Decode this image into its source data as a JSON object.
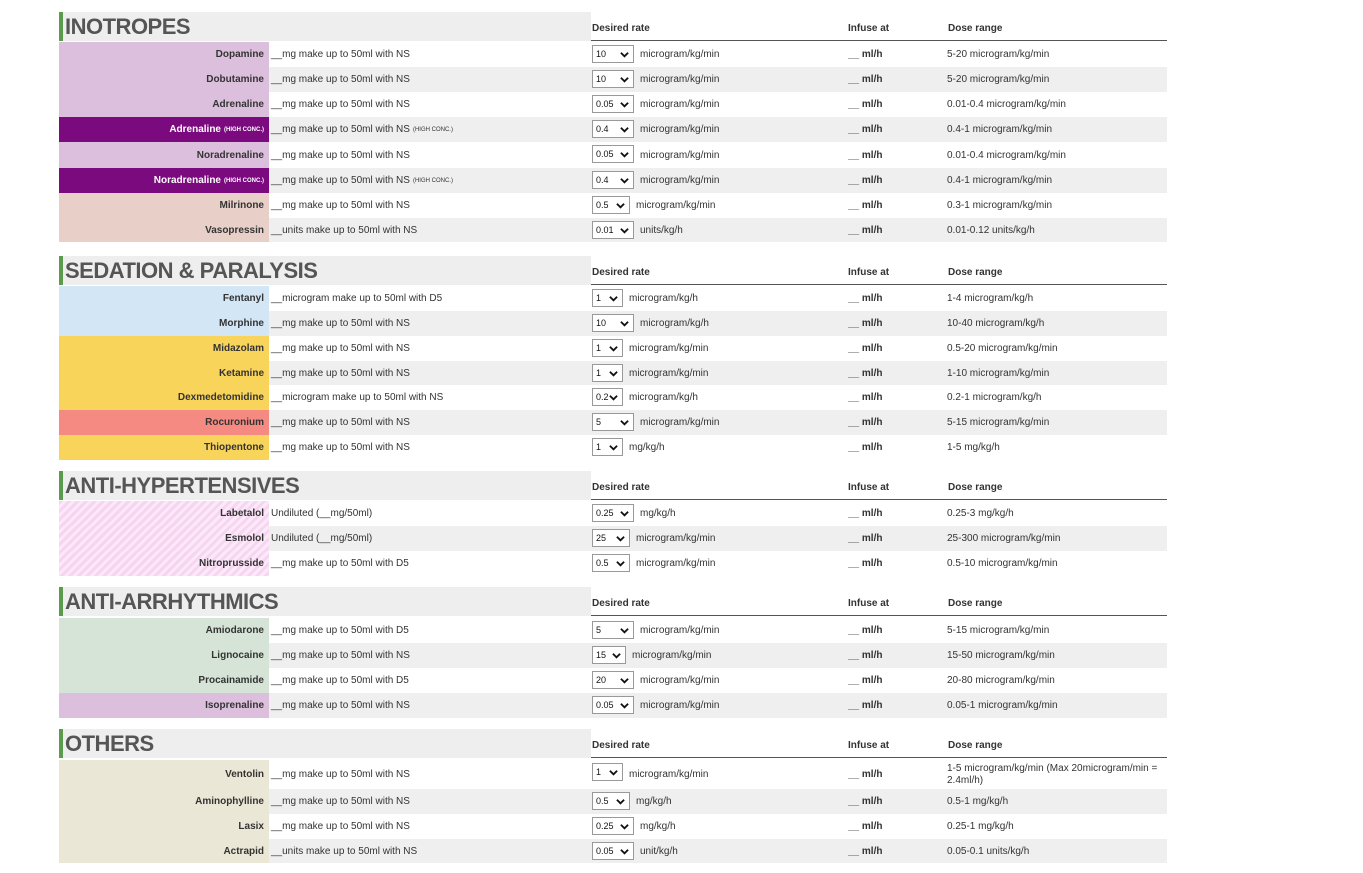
{
  "columns": {
    "rate": "Desired rate",
    "infuse": "Infuse at",
    "dose": "Dose range"
  },
  "sections": [
    {
      "title": "INOTROPES",
      "rows": [
        {
          "drug": "Dopamine",
          "drug_sub": "",
          "prep": "__mg make up to 50ml with NS",
          "prep_sub": "",
          "rate": "10",
          "unit": "microgram/kg/min",
          "infuse": "__ ml/h",
          "dose": "5-20 microgram/kg/min",
          "color": "#dcbfdc",
          "dark": false
        },
        {
          "drug": "Dobutamine",
          "drug_sub": "",
          "prep": "__mg make up to 50ml with NS",
          "prep_sub": "",
          "rate": "10",
          "unit": "microgram/kg/min",
          "infuse": "__ ml/h",
          "dose": "5-20 microgram/kg/min",
          "color": "#dcbfdc",
          "dark": false
        },
        {
          "drug": "Adrenaline",
          "drug_sub": "",
          "prep": "__mg make up to 50ml with NS",
          "prep_sub": "",
          "rate": "0.05",
          "unit": "microgram/kg/min",
          "infuse": "__ ml/h",
          "dose": "0.01-0.4 microgram/kg/min",
          "color": "#dcbfdc",
          "dark": false
        },
        {
          "drug": "Adrenaline",
          "drug_sub": "(HIGH CONC.)",
          "prep": "__mg make up to 50ml with NS",
          "prep_sub": "(HIGH CONC.)",
          "rate": "0.4",
          "unit": "microgram/kg/min",
          "infuse": "__ ml/h",
          "dose": "0.4-1 microgram/kg/min",
          "color": "#7b0a7f",
          "dark": true
        },
        {
          "drug": "Noradrenaline",
          "drug_sub": "",
          "prep": "__mg make up to 50ml with NS",
          "prep_sub": "",
          "rate": "0.05",
          "unit": "microgram/kg/min",
          "infuse": "__ ml/h",
          "dose": "0.01-0.4 microgram/kg/min",
          "color": "#dcbfdc",
          "dark": false
        },
        {
          "drug": "Noradrenaline",
          "drug_sub": "(HIGH CONC.)",
          "prep": "__mg make up to 50ml with NS",
          "prep_sub": "(HIGH CONC.)",
          "rate": "0.4",
          "unit": "microgram/kg/min",
          "infuse": "__ ml/h",
          "dose": "0.4-1 microgram/kg/min",
          "color": "#7b0a7f",
          "dark": true
        },
        {
          "drug": "Milrinone",
          "drug_sub": "",
          "prep": "__mg make up to 50ml with NS",
          "prep_sub": "",
          "rate": "0.5",
          "unit": "microgram/kg/min",
          "infuse": "__ ml/h",
          "dose": "0.3-1 microgram/kg/min",
          "color": "#e8d0c8",
          "dark": false
        },
        {
          "drug": "Vasopressin",
          "drug_sub": "",
          "prep": "__units make up to 50ml with NS",
          "prep_sub": "",
          "rate": "0.01",
          "unit": "units/kg/h",
          "infuse": "__ ml/h",
          "dose": "0.01-0.12 units/kg/h",
          "color": "#e8d0c8",
          "dark": false
        }
      ]
    },
    {
      "title": "SEDATION & PARALYSIS",
      "rows": [
        {
          "drug": "Fentanyl",
          "drug_sub": "",
          "prep": "__microgram make up to 50ml with D5",
          "prep_sub": "",
          "rate": "1",
          "unit": "microgram/kg/h",
          "infuse": "__ ml/h",
          "dose": "1-4 microgram/kg/h",
          "color": "#d3e6f5",
          "dark": false
        },
        {
          "drug": "Morphine",
          "drug_sub": "",
          "prep": "__mg make up to 50ml with NS",
          "prep_sub": "",
          "rate": "10",
          "unit": "microgram/kg/h",
          "infuse": "__ ml/h",
          "dose": "10-40 microgram/kg/h",
          "color": "#d3e6f5",
          "dark": false
        },
        {
          "drug": "Midazolam",
          "drug_sub": "",
          "prep": "__mg make up to 50ml with NS",
          "prep_sub": "",
          "rate": "1",
          "unit": "microgram/kg/min",
          "infuse": "__ ml/h",
          "dose": "0.5-20 microgram/kg/min",
          "color": "#f9d45a",
          "dark": false
        },
        {
          "drug": "Ketamine",
          "drug_sub": "",
          "prep": "__mg make up to 50ml with NS",
          "prep_sub": "",
          "rate": "1",
          "unit": "microgram/kg/min",
          "infuse": "__ ml/h",
          "dose": "1-10 microgram/kg/min",
          "color": "#f9d45a",
          "dark": false
        },
        {
          "drug": "Dexmedetomidine",
          "drug_sub": "",
          "prep": "__microgram make up to 50ml with NS",
          "prep_sub": "",
          "rate": "0.2",
          "unit": "microgram/kg/h",
          "infuse": "__ ml/h",
          "dose": "0.2-1 microgram/kg/h",
          "color": "#f9d45a",
          "dark": false
        },
        {
          "drug": "Rocuronium",
          "drug_sub": "",
          "prep": "__mg make up to 50ml with NS",
          "prep_sub": "",
          "rate": "5",
          "unit": "microgram/kg/min",
          "infuse": "__ ml/h",
          "dose": "5-15 microgram/kg/min",
          "color": "#f48a82",
          "dark": false
        },
        {
          "drug": "Thiopentone",
          "drug_sub": "",
          "prep": "__mg make up to 50ml with NS",
          "prep_sub": "",
          "rate": "1",
          "unit": "mg/kg/h",
          "infuse": "__ ml/h",
          "dose": "1-5 mg/kg/h",
          "color": "#f9d45a",
          "dark": false
        }
      ]
    },
    {
      "title": "ANTI-HYPERTENSIVES",
      "rows": [
        {
          "drug": "Labetalol",
          "drug_sub": "",
          "prep": "Undiluted (__mg/50ml)",
          "prep_sub": "",
          "rate": "0.25",
          "unit": "mg/kg/h",
          "infuse": "__ ml/h",
          "dose": "0.25-3 mg/kg/h",
          "color": "hatch",
          "dark": false
        },
        {
          "drug": "Esmolol",
          "drug_sub": "",
          "prep": "Undiluted (__mg/50ml)",
          "prep_sub": "",
          "rate": "25",
          "unit": "microgram/kg/min",
          "infuse": "__ ml/h",
          "dose": "25-300 microgram/kg/min",
          "color": "hatch",
          "dark": false
        },
        {
          "drug": "Nitroprusside",
          "drug_sub": "",
          "prep": "__mg make up to 50ml with D5",
          "prep_sub": "",
          "rate": "0.5",
          "unit": "microgram/kg/min",
          "infuse": "__ ml/h",
          "dose": "0.5-10 microgram/kg/min",
          "color": "hatch",
          "dark": false
        }
      ]
    },
    {
      "title": "ANTI-ARRHYTHMICS",
      "rows": [
        {
          "drug": "Amiodarone",
          "drug_sub": "",
          "prep": "__mg make up to 50ml with D5",
          "prep_sub": "",
          "rate": "5",
          "unit": "microgram/kg/min",
          "infuse": "__ ml/h",
          "dose": "5-15 microgram/kg/min",
          "color": "#d5e4d6",
          "dark": false
        },
        {
          "drug": "Lignocaine",
          "drug_sub": "",
          "prep": "__mg make up to 50ml with NS",
          "prep_sub": "",
          "rate": "15",
          "unit": "microgram/kg/min",
          "infuse": "__ ml/h",
          "dose": "15-50 microgram/kg/min",
          "color": "#d5e4d6",
          "dark": false
        },
        {
          "drug": "Procainamide",
          "drug_sub": "",
          "prep": "__mg make up to 50ml with D5",
          "prep_sub": "",
          "rate": "20",
          "unit": "microgram/kg/min",
          "infuse": "__ ml/h",
          "dose": "20-80 microgram/kg/min",
          "color": "#d5e4d6",
          "dark": false
        },
        {
          "drug": "Isoprenaline",
          "drug_sub": "",
          "prep": "__mg make up to 50ml with NS",
          "prep_sub": "",
          "rate": "0.05",
          "unit": "microgram/kg/min",
          "infuse": "__ ml/h",
          "dose": "0.05-1 microgram/kg/min",
          "color": "#dcbfdc",
          "dark": false
        }
      ]
    },
    {
      "title": "OTHERS",
      "rows": [
        {
          "drug": "Ventolin",
          "drug_sub": "",
          "prep": "__mg make up to 50ml with NS",
          "prep_sub": "",
          "rate": "1",
          "unit": "microgram/kg/min",
          "infuse": "__ ml/h",
          "dose": "1-5 microgram/kg/min (Max 20microgram/min = 2.4ml/h)",
          "color": "#ebe7d6",
          "dark": false
        },
        {
          "drug": "Aminophylline",
          "drug_sub": "",
          "prep": "__mg make up to 50ml with NS",
          "prep_sub": "",
          "rate": "0.5",
          "unit": "mg/kg/h",
          "infuse": "__ ml/h",
          "dose": "0.5-1 mg/kg/h",
          "color": "#ebe7d6",
          "dark": false
        },
        {
          "drug": "Lasix",
          "drug_sub": "",
          "prep": "__mg make up to 50ml with NS",
          "prep_sub": "",
          "rate": "0.25",
          "unit": "mg/kg/h",
          "infuse": "__ ml/h",
          "dose": "0.25-1 mg/kg/h",
          "color": "#ebe7d6",
          "dark": false
        },
        {
          "drug": "Actrapid",
          "drug_sub": "",
          "prep": "__units make up to 50ml with NS",
          "prep_sub": "",
          "rate": "0.05",
          "unit": "unit/kg/h",
          "infuse": "__ ml/h",
          "dose": "0.05-0.1 units/kg/h",
          "color": "#ebe7d6",
          "dark": false
        }
      ]
    }
  ]
}
